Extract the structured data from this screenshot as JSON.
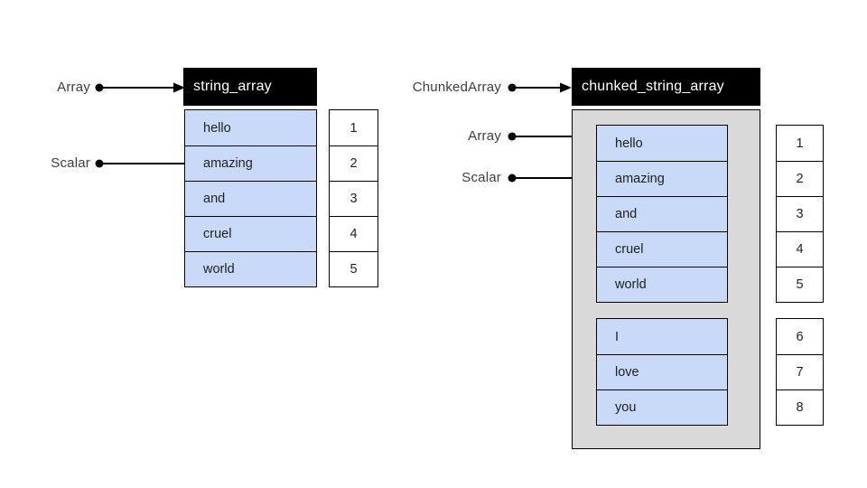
{
  "colors": {
    "cell_blue": "#c9daf8",
    "container_gray": "#d9d9d9",
    "header_bg": "#000000",
    "header_text": "#ffffff",
    "border": "#000000",
    "label_text": "#3d3d3d"
  },
  "left_group": {
    "header": "string_array",
    "labels": {
      "array": "Array",
      "scalar": "Scalar"
    },
    "cells": [
      "hello",
      "amazing",
      "and",
      "cruel",
      "world"
    ],
    "indices": [
      "1",
      "2",
      "3",
      "4",
      "5"
    ]
  },
  "right_group": {
    "header": "chunked_string_array",
    "labels": {
      "chunked_array": "ChunkedArray",
      "array": "Array",
      "scalar": "Scalar"
    },
    "chunk1_cells": [
      "hello",
      "amazing",
      "and",
      "cruel",
      "world"
    ],
    "chunk1_indices": [
      "1",
      "2",
      "3",
      "4",
      "5"
    ],
    "chunk2_cells": [
      "I",
      "love",
      "you"
    ],
    "chunk2_indices": [
      "6",
      "7",
      "8"
    ]
  }
}
